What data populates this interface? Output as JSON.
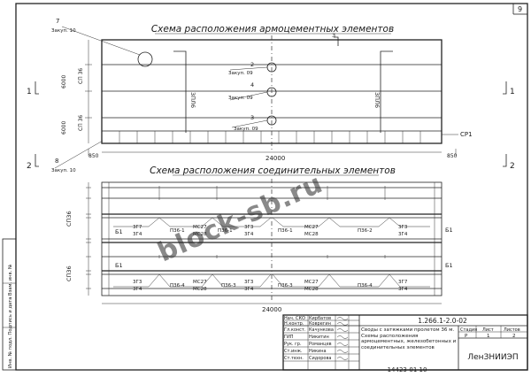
{
  "sheet": {
    "number": "9",
    "code": "1.266.1-2.0-02",
    "doc_number": "14423-01 10"
  },
  "top_scheme": {
    "title": "Схема расположения армоцементных элементов",
    "labels": {
      "n7": "7",
      "n7_sub": "Закуп. 10",
      "n8": "8",
      "n8_sub": "Закуп. 10",
      "n2": "2",
      "n2_sub": "Закуп. 09",
      "n4": "4",
      "n4_sub": "Закуп. 09",
      "n3": "3",
      "n3_sub": "Закуп. 09",
      "zm1": "3",
      "p_left": "3ПЛ6",
      "p_right": "3ПЛ6",
      "cp1": "СП 36",
      "cp2": "СП 36",
      "dim_6000a": "6000",
      "dim_6000b": "6000",
      "dim_24000": "24000",
      "dim_850a": "850",
      "dim_850b": "850",
      "sp": "СР1"
    }
  },
  "section_marks": {
    "s1": "1",
    "s2": "2"
  },
  "bottom_scheme": {
    "title": "Схема расположения соединительных элементов",
    "dim_24000": "24000",
    "vlabels": {
      "a": "СП36",
      "b": "СП36"
    },
    "b1": "Б1",
    "row1": {
      "l1": "3Г7",
      "l1b": "3Г4",
      "l2": "П36-1",
      "l3": "МС27",
      "l3b": "МС28",
      "l4": "П36-1",
      "l5": "3Г3",
      "l5b": "3Г4",
      "l6": "П36-1",
      "l7": "МС27",
      "l7b": "МС28",
      "l8": "П36-2",
      "l9": "3Г3",
      "l9b": "3Г4"
    },
    "row2": {
      "l1": "3Г3",
      "l1b": "3Г4",
      "l2": "П36-4",
      "l3": "МС27",
      "l3b": "МС28",
      "l4": "П36-3",
      "l5": "3Г3",
      "l5b": "3Г4",
      "l6": "П36-3",
      "l7": "МС27",
      "l7b": "МС28",
      "l8": "П36-4",
      "l9": "3Г7",
      "l9b": "3Г4"
    }
  },
  "watermark": "block-sb.ru",
  "left_strip": "Инв. № подл.  Подпись и дата  Взам. инв. №",
  "title_block": {
    "roles": [
      "Нач. СКО",
      "Н.контр.",
      "Гл.конст.",
      "ГИП",
      "Рук. гр.",
      "Ст.инж.",
      "Ст.техн."
    ],
    "names": [
      "Кирбатов",
      "Коврегин",
      "Качункова",
      "Никитин",
      "Романцев",
      "Никина",
      "Сидорова"
    ],
    "description": "Своды с затяжками пролетом 36 м. Схемы расположения армоцементных, железобетонных и соединительных элементов",
    "stage_h": "Стадия",
    "sheet_h": "Лист",
    "sheets_h": "Листов",
    "stage": "Р",
    "sheet": "1",
    "sheets": "2",
    "org": "ЛенЗНИИЭП"
  }
}
